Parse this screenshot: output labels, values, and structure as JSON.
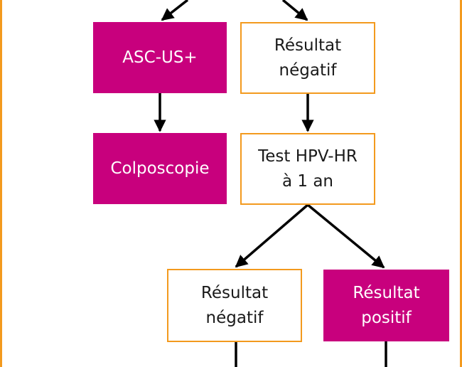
{
  "diagram": {
    "nodes": {
      "asc_us": {
        "label": "ASC-US+"
      },
      "result_neg_1": {
        "label": "Résultat\nnégatif"
      },
      "colposcopie": {
        "label": "Colposcopie"
      },
      "test_hpv": {
        "label": "Test HPV-HR\nà 1 an"
      },
      "result_neg_2": {
        "label": "Résultat\nnégatif"
      },
      "result_pos": {
        "label": "Résultat\npositif"
      }
    },
    "colors": {
      "filled": "#C8007D",
      "outline": "#F39A1E",
      "text_dark": "#1a1a1a",
      "arrow": "#000000"
    }
  }
}
